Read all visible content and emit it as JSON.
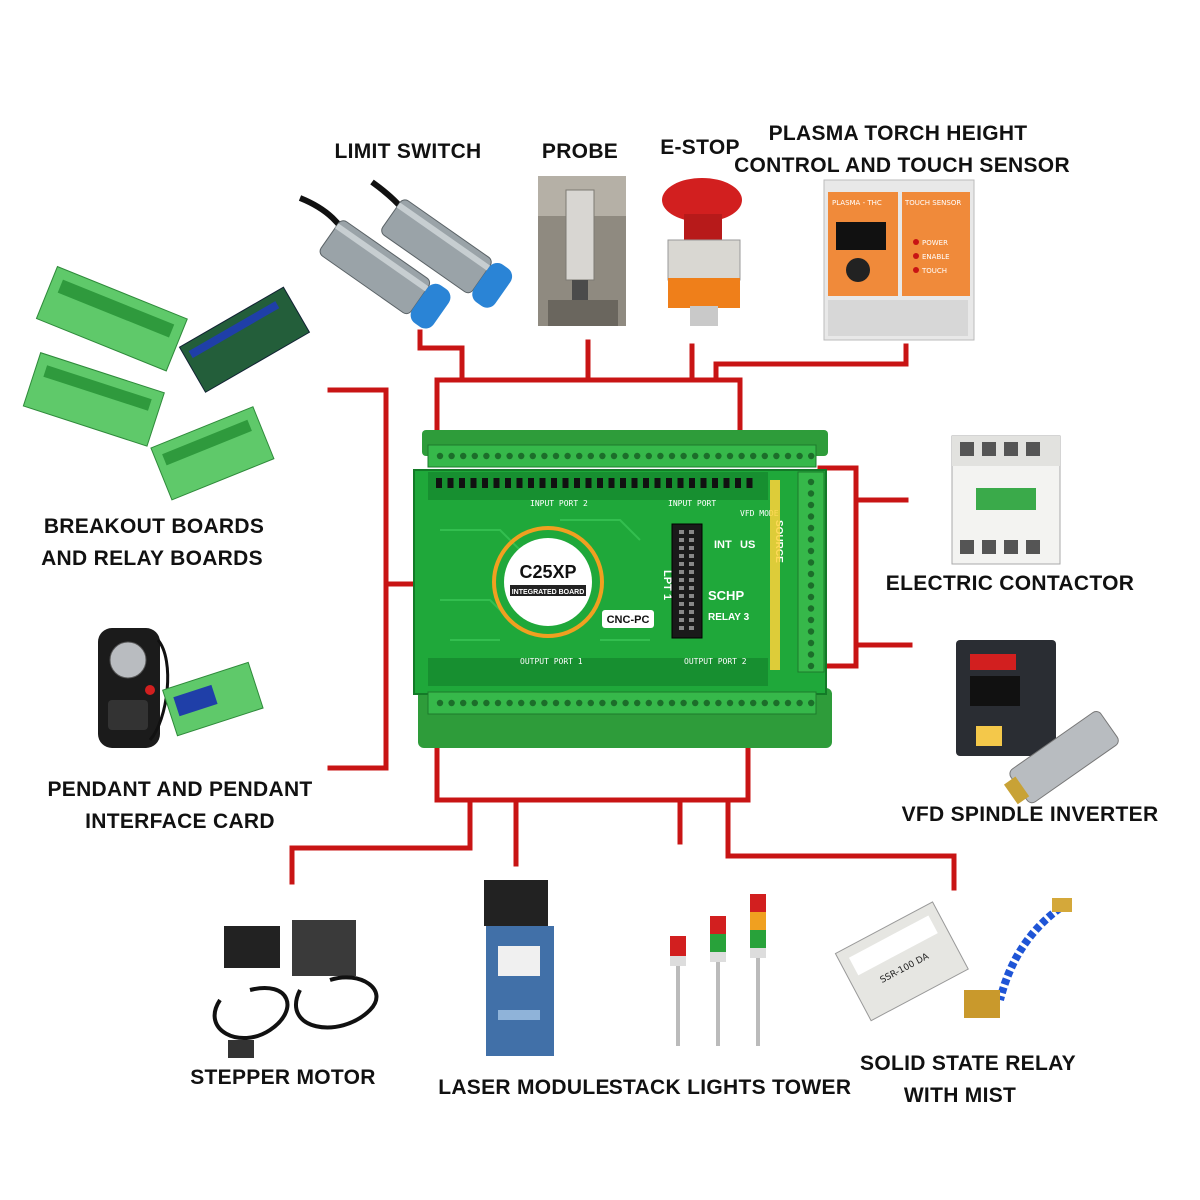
{
  "diagram": {
    "accent_color": "#c81414",
    "board_color": "#1fa83a",
    "labels": {
      "limit_switch": "LIMIT SWITCH",
      "probe": "PROBE",
      "estop": "E-STOP",
      "plasma_1": "PLASMA TORCH HEIGHT",
      "plasma_2": "CONTROL AND TOUCH SENSOR",
      "breakout_1": "BREAKOUT BOARDS",
      "breakout_2": "AND RELAY BOARDS",
      "pendant_1": "PENDANT AND PENDANT",
      "pendant_2": "INTERFACE CARD",
      "contactor": "ELECTRIC CONTACTOR",
      "vfd": "VFD SPINDLE INVERTER",
      "stepper": "STEPPER MOTOR",
      "laser": "LASER MODULE",
      "stack": "STACK LIGHTS TOWER",
      "ssr_1": "SOLID STATE RELAY",
      "ssr_2": "WITH MIST"
    },
    "board": {
      "model": "C25XP",
      "subtitle": "INTEGRATED BOARD",
      "brand": "CNC-PC",
      "input_port_2": "INPUT PORT 2",
      "input_port": "INPUT PORT",
      "vfd_mode": "VFD MODE",
      "output_port_1": "OUTPUT PORT 1",
      "output_port_2": "OUTPUT PORT 2",
      "lpt": "LPT 1",
      "schp": "SCHP",
      "relay3": "RELAY 3",
      "source": "SOURCE",
      "int": "INT",
      "us": "US"
    },
    "plasma_panel": {
      "left_title": "PLASMA - THC",
      "right_title": "TOUCH SENSOR",
      "leds": [
        "POWER",
        "ENABLE",
        "TOUCH"
      ]
    },
    "ssr": {
      "model": "SSR-100 DA"
    }
  }
}
